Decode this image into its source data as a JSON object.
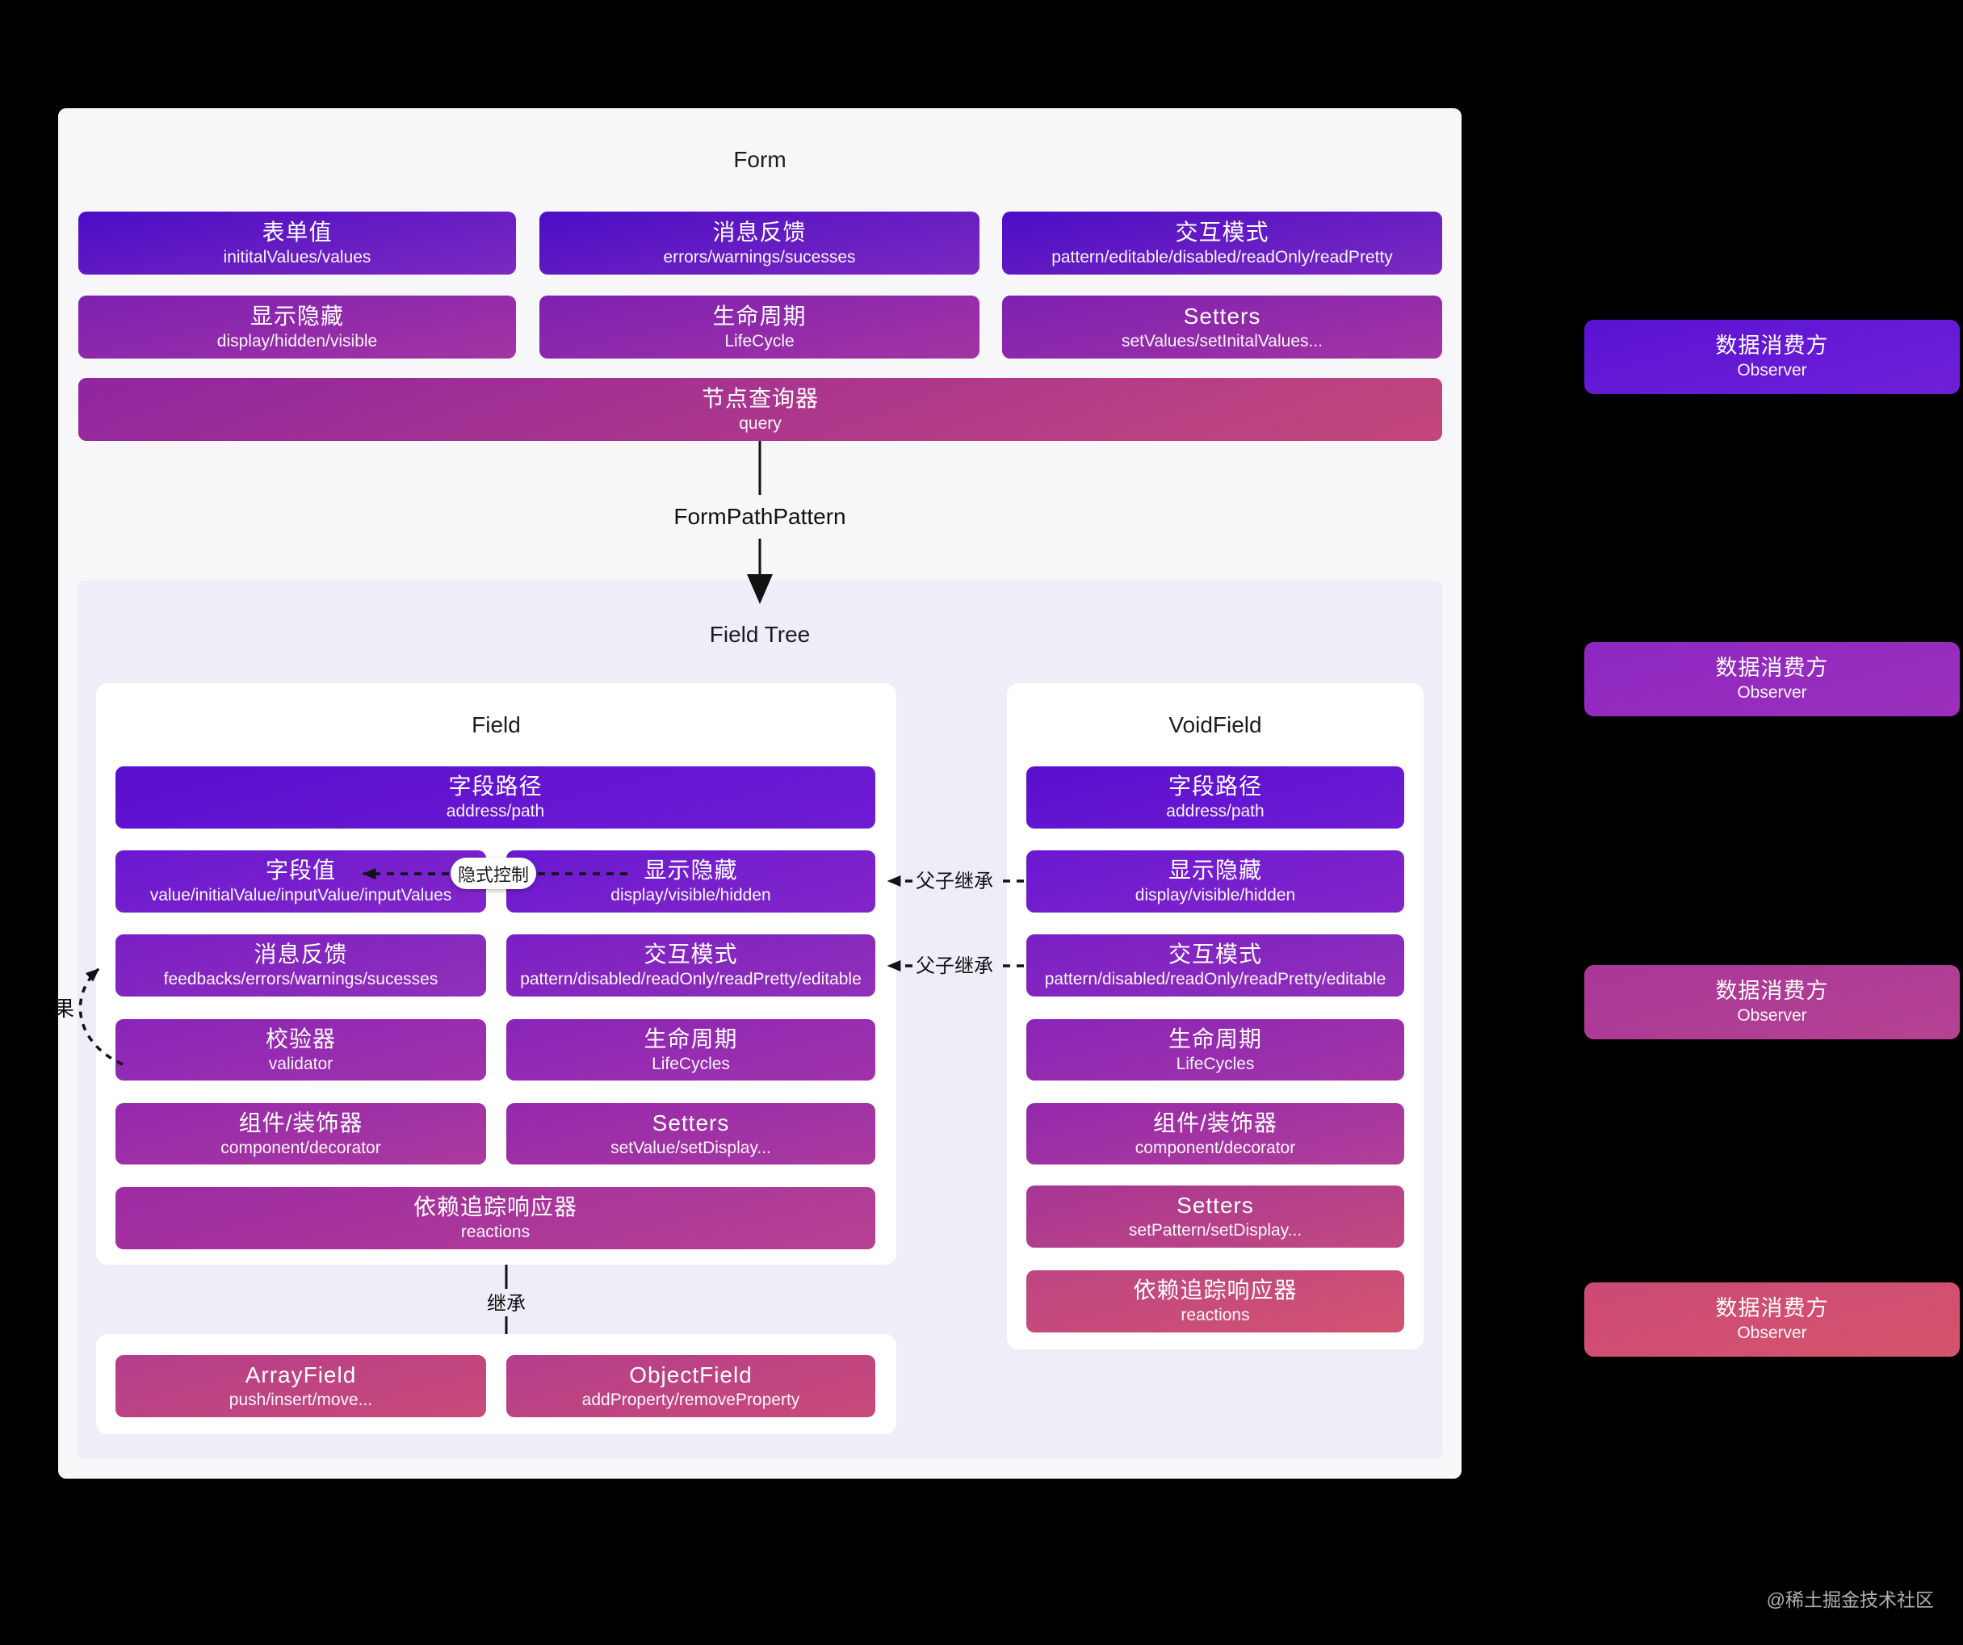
{
  "form": {
    "title": "Form",
    "row1": [
      {
        "title": "表单值",
        "sub": "inititalValues/values"
      },
      {
        "title": "消息反馈",
        "sub": "errors/warnings/sucesses"
      },
      {
        "title": "交互模式",
        "sub": "pattern/editable/disabled/readOnly/readPretty"
      }
    ],
    "row2": [
      {
        "title": "显示隐藏",
        "sub": "display/hidden/visible"
      },
      {
        "title": "生命周期",
        "sub": "LifeCycle"
      },
      {
        "title": "Setters",
        "sub": "setValues/setInitalValues..."
      }
    ],
    "query": {
      "title": "节点查询器",
      "sub": "query"
    }
  },
  "connector_label": "FormPathPattern",
  "field_tree": {
    "title": "Field Tree",
    "field": {
      "title": "Field",
      "path": {
        "title": "字段路径",
        "sub": "address/path"
      },
      "value": {
        "title": "字段值",
        "sub": "value/initialValue/inputValue/inputValues"
      },
      "display": {
        "title": "显示隐藏",
        "sub": "display/visible/hidden"
      },
      "feedback": {
        "title": "消息反馈",
        "sub": "feedbacks/errors/warnings/sucesses"
      },
      "pattern": {
        "title": "交互模式",
        "sub": "pattern/disabled/readOnly/readPretty/editable"
      },
      "validator": {
        "title": "校验器",
        "sub": "validator"
      },
      "lifecycle": {
        "title": "生命周期",
        "sub": "LifeCycles"
      },
      "component": {
        "title": "组件/装饰器",
        "sub": "component/decorator"
      },
      "setters": {
        "title": "Setters",
        "sub": "setValue/setDisplay..."
      },
      "reactions": {
        "title": "依赖追踪响应器",
        "sub": "reactions"
      }
    },
    "void_field": {
      "title": "VoidField",
      "path": {
        "title": "字段路径",
        "sub": "address/path"
      },
      "display": {
        "title": "显示隐藏",
        "sub": "display/visible/hidden"
      },
      "pattern": {
        "title": "交互模式",
        "sub": "pattern/disabled/readOnly/readPretty/editable"
      },
      "lifecycle": {
        "title": "生命周期",
        "sub": "LifeCycles"
      },
      "component": {
        "title": "组件/装饰器",
        "sub": "component/decorator"
      },
      "setters": {
        "title": "Setters",
        "sub": "setPattern/setDisplay..."
      },
      "reactions": {
        "title": "依赖追踪响应器",
        "sub": "reactions"
      }
    },
    "array_field": {
      "title": "ArrayField",
      "sub": "push/insert/move..."
    },
    "object_field": {
      "title": "ObjectField",
      "sub": "addProperty/removeProperty"
    },
    "labels": {
      "implicit_control": "隐式控制",
      "parent_child_1": "父子继承",
      "parent_child_2": "父子继承",
      "inherit": "继承",
      "clipped_left_text": "果"
    }
  },
  "observers": [
    {
      "title": "数据消费方",
      "sub": "Observer"
    },
    {
      "title": "数据消费方",
      "sub": "Observer"
    },
    {
      "title": "数据消费方",
      "sub": "Observer"
    },
    {
      "title": "数据消费方",
      "sub": "Observer"
    }
  ],
  "watermark": "@稀土掘金技术社区",
  "colors": {
    "background": "#000000",
    "form_panel": "#f7f7f9",
    "field_tree_panel": "#efedf8",
    "card": "#ffffff",
    "gradient_top": "#4c0dc6",
    "gradient_upper_mid": "#7d20b3",
    "gradient_lower_mid": "#a835a0",
    "gradient_bottom": "#d25370"
  }
}
